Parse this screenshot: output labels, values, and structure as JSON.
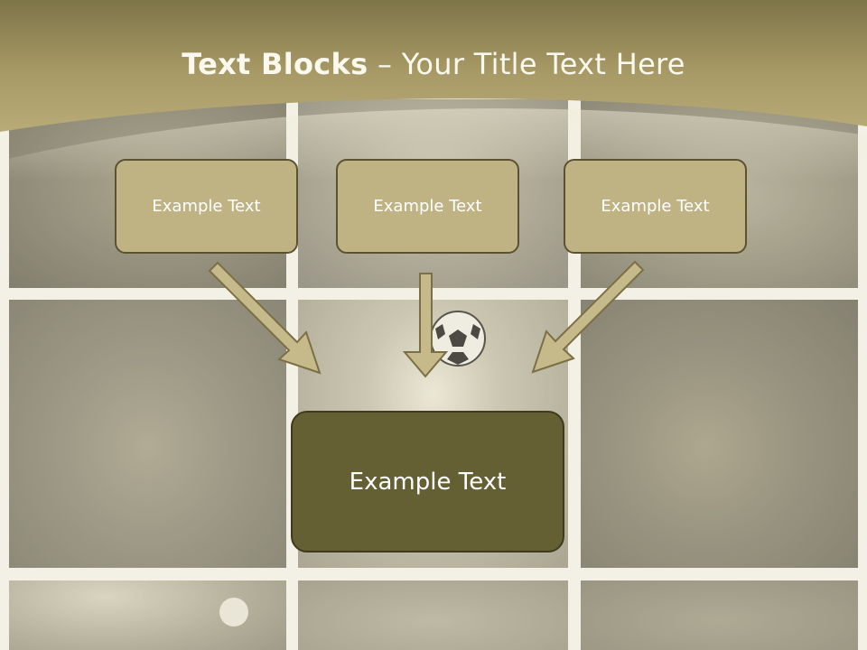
{
  "slide": {
    "title_bold": "Text Blocks",
    "title_sep": "–",
    "title_rest": "Your Title Text Here"
  },
  "blocks": [
    {
      "label": "Example Text"
    },
    {
      "label": "Example Text"
    },
    {
      "label": "Example Text"
    }
  ],
  "main_block": {
    "label": "Example Text"
  },
  "colors": {
    "header": "#a89a66",
    "block_fill": "#c0b383",
    "block_border": "#5b5232",
    "main_fill": "#656034",
    "arrow_fill": "#c6b98a"
  }
}
